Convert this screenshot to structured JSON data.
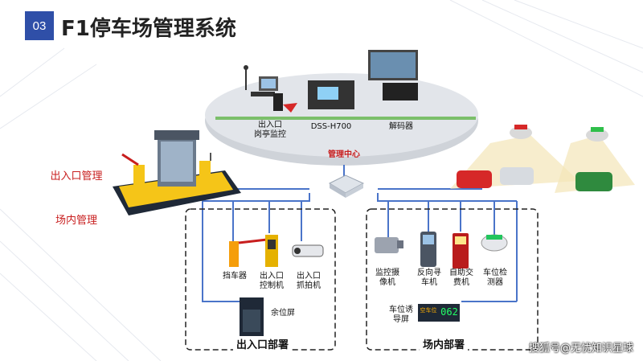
{
  "header": {
    "number": "03",
    "title": "F1停车场管理系统"
  },
  "side_labels": {
    "entrance_mgmt": "出入口管理",
    "inside_mgmt": "场内管理"
  },
  "center": {
    "booth_monitor": "出入口\n岗亭监控",
    "dss": "DSS-H700",
    "decoder": "解码器",
    "mgmt_center": "管理中心"
  },
  "entrance_box": {
    "title": "出入口部署",
    "barrier": "挡车器",
    "controller": "出入口\n控制机",
    "capture_camera": "出入口\n抓拍机",
    "remaining_screen": "余位屏"
  },
  "inside_box": {
    "title": "场内部署",
    "camera": "监控摄\n像机",
    "reverse_finder": "反向寻\n车机",
    "pay_station": "自助交\n费机",
    "space_detector": "车位检\n测器",
    "guide_screen": "车位诱\n导屏",
    "guide_screen_digits": "062",
    "guide_screen_label": "空车位"
  },
  "watermark": "搜狐号@无忧知识星球",
  "colors": {
    "badge": "#2f4fa8",
    "accent_red": "#dc2626",
    "line_blue": "#4a74c9",
    "bus_green": "#7bbf6a"
  }
}
